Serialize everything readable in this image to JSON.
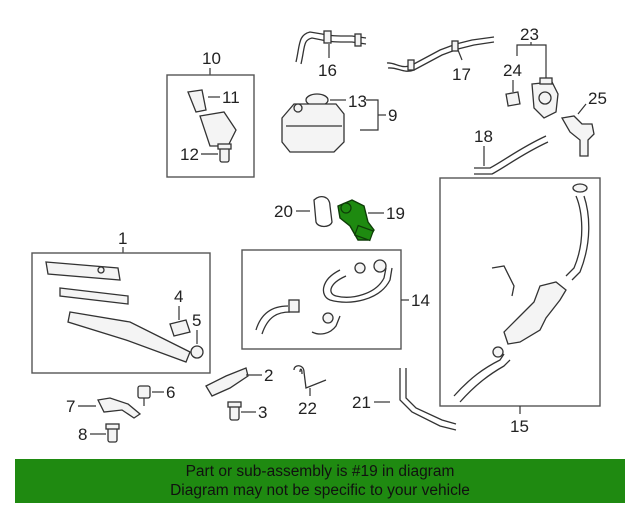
{
  "callouts": {
    "c1": "1",
    "c2": "2",
    "c3": "3",
    "c4": "4",
    "c5": "5",
    "c6": "6",
    "c7": "7",
    "c8": "8",
    "c9": "9",
    "c10": "10",
    "c11": "11",
    "c12": "12",
    "c13": "13",
    "c14": "14",
    "c15": "15",
    "c16": "16",
    "c17": "17",
    "c18": "18",
    "c19": "19",
    "c20": "20",
    "c21": "21",
    "c22": "22",
    "c23": "23",
    "c24": "24",
    "c25": "25"
  },
  "banner": {
    "line1": "Part or sub-assembly is #19 in diagram",
    "line2": "Diagram may not be specific to your vehicle"
  },
  "colors": {
    "banner_bg": "#1f8a11",
    "highlight_part": "#1e8a10"
  }
}
